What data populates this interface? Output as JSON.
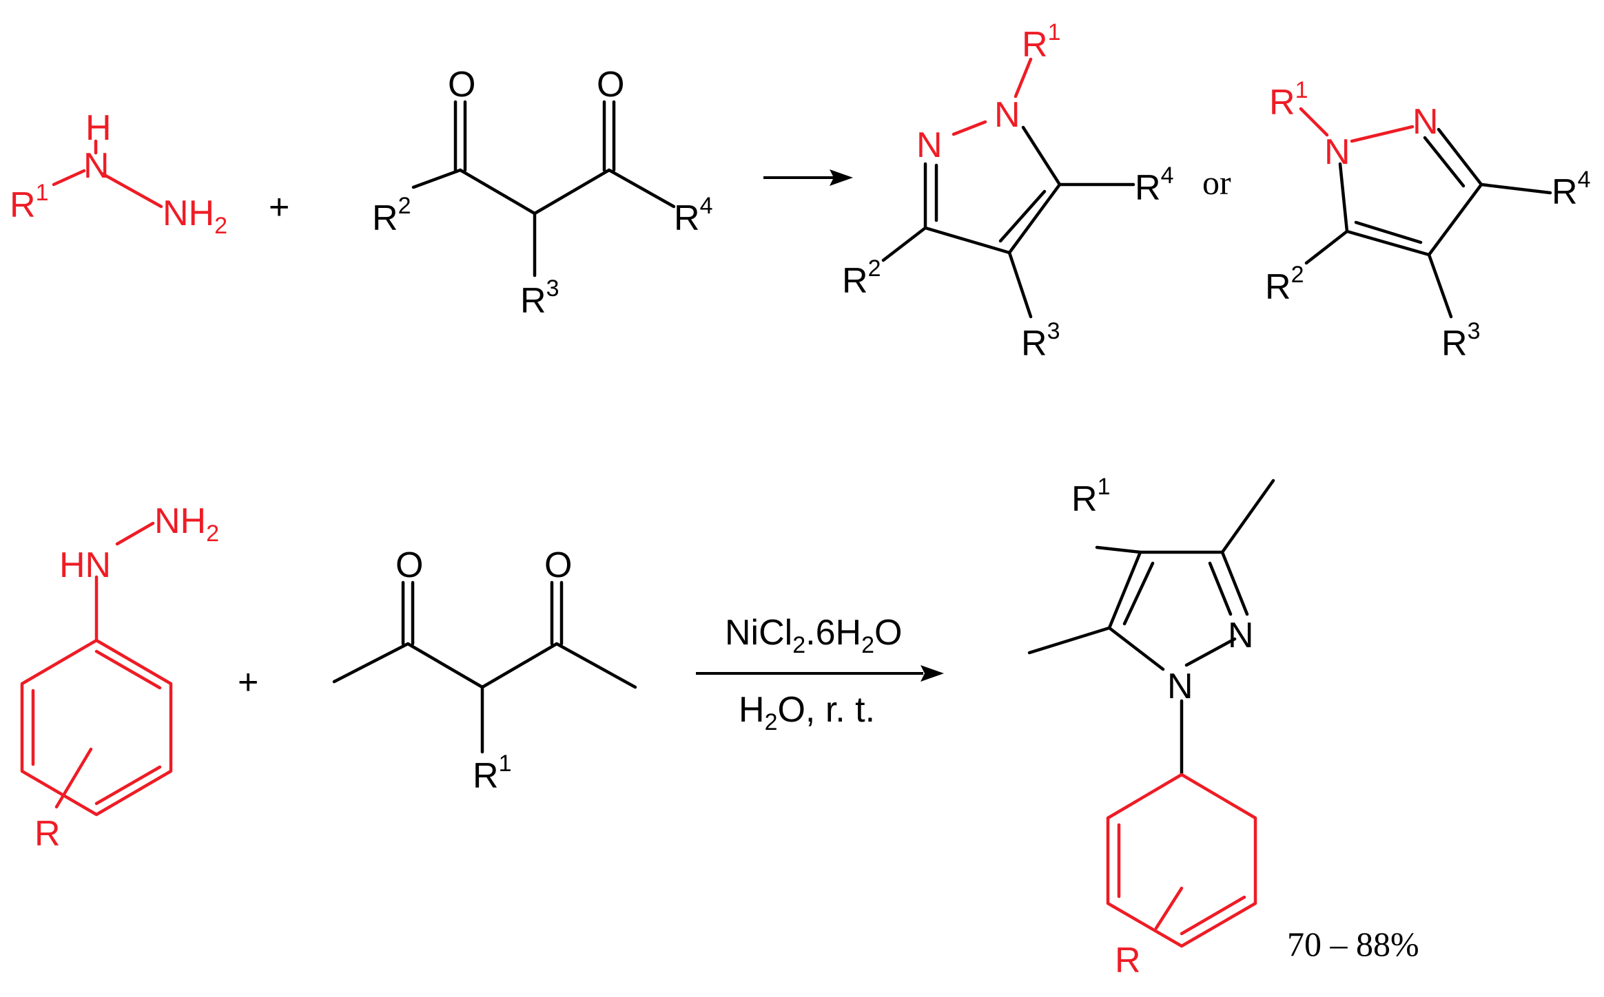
{
  "colors": {
    "reagent": "#ee1c25",
    "skeleton": "#000000"
  },
  "reaction_1": {
    "hydrazine": {
      "h": "H",
      "n": "N",
      "nh": "NH",
      "sub2": "2",
      "r": "R",
      "sup1": "1"
    },
    "plus": "+",
    "diketone": {
      "o1": "O",
      "o2": "O",
      "r2": "R",
      "sup2": "2",
      "r3": "R",
      "sup3": "3",
      "r4": "R",
      "sup4": "4"
    },
    "product_a": {
      "n1": "N",
      "n2": "N",
      "r1": "R",
      "sup1": "1",
      "r2": "R",
      "sup2": "2",
      "r3": "R",
      "sup3": "3",
      "r4": "R",
      "sup4": "4"
    },
    "or_text": "or",
    "product_b": {
      "n1": "N",
      "n2": "N",
      "r1": "R",
      "sup1": "1",
      "r2": "R",
      "sup2": "2",
      "r3": "R",
      "sup3": "3",
      "r4": "R",
      "sup4": "4"
    }
  },
  "reaction_2": {
    "arylhydrazine": {
      "hn": "HN",
      "nh": "NH",
      "sub2": "2",
      "r": "R"
    },
    "plus": "+",
    "diketone": {
      "o1": "O",
      "o2": "O",
      "r": "R",
      "sup1": "1"
    },
    "reagent": {
      "a": "NiCl",
      "b": "2",
      "c": ".6H",
      "d": "2",
      "e": "O"
    },
    "conditions": {
      "a": "H",
      "b": "2",
      "c": "O,  r. t."
    },
    "product": {
      "r": "R",
      "sup1": "1",
      "n1": "N",
      "n2": "N",
      "ar_r": "R"
    },
    "yield": "70 – 88%"
  }
}
